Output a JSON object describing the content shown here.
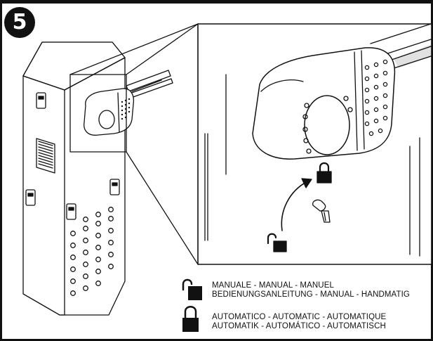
{
  "step_number": "5",
  "legend": {
    "manual": {
      "icon": "unlocked-padlock-icon",
      "line1": "MANUALE - MANUAL - MANUEL",
      "line2": "BEDIENUNGSANLEITUNG - MANUAL - HANDMATIG"
    },
    "automatic": {
      "icon": "locked-padlock-icon",
      "line1": "AUTOMATICO - AUTOMATIC - AUTOMATIQUE",
      "line2": "AUTOMATIK - AUTOMÁTICO - AUTOMATISCH"
    }
  },
  "colors": {
    "ink": "#111111",
    "background": "#ffffff"
  }
}
